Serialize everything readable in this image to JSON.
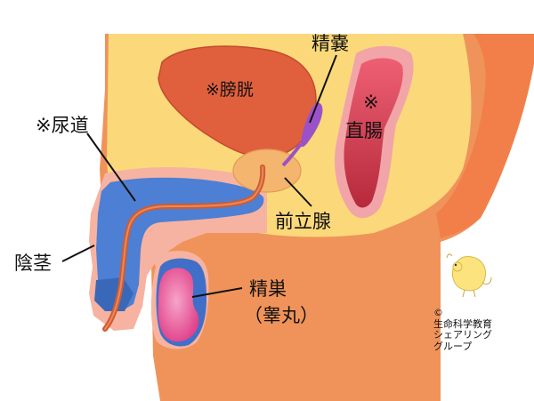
{
  "labels": {
    "bladder": "※膀胱",
    "seminal_vesicle": "精嚢",
    "rectum_mark": "※",
    "rectum": "直腸",
    "urethra": "※尿道",
    "prostate": "前立腺",
    "penis": "陰茎",
    "testis": "精巣",
    "testis_alt": "（睾丸）"
  },
  "credit": {
    "symbol": "©",
    "line1": "生命科学教育",
    "line2": "シェアリング",
    "line3": "グループ"
  },
  "colors": {
    "body_orange": "#f0935a",
    "fat_yellow": "#fbd97a",
    "skin_pink": "#f7b3a1",
    "bladder": "#e0603e",
    "prostate": "#f4b56e",
    "seminal_vesicle": "#9b52c8",
    "rectum": "#d23a52",
    "penis_blue": "#4d7fd4",
    "testis_pink": "#e94f98",
    "urethra": "#cf5c32"
  }
}
